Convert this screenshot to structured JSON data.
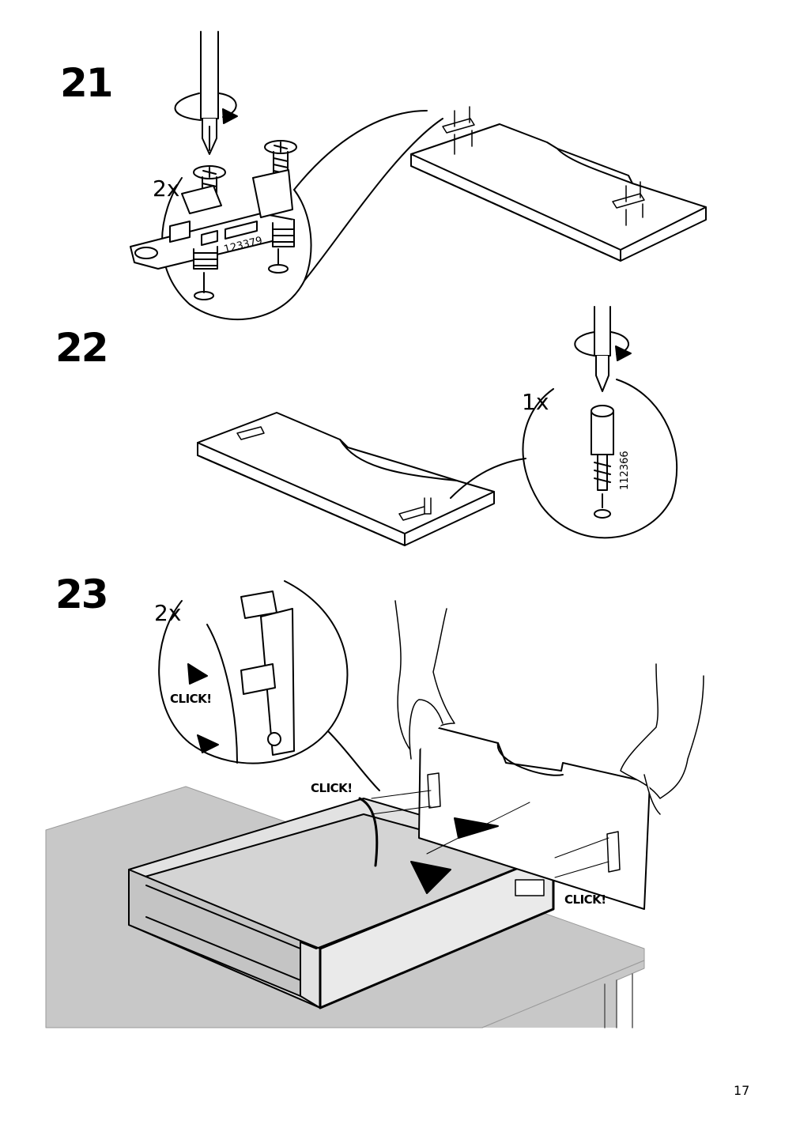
{
  "steps": {
    "s21": {
      "number": "21",
      "quantity": "2x",
      "part_number": "123379"
    },
    "s22": {
      "number": "22",
      "quantity": "1x",
      "part_number": "112366"
    },
    "s23": {
      "number": "23",
      "quantity": "2x",
      "click_labels": [
        "CLICK!",
        "CLICK!",
        "CLICK!"
      ]
    }
  },
  "page_number": "17",
  "icons": [
    "screwdriver-icon",
    "rotate-arrow-icon",
    "screw-icon",
    "cam-bracket-icon",
    "dowel-icon",
    "hand-icon",
    "arrow-icon"
  ]
}
